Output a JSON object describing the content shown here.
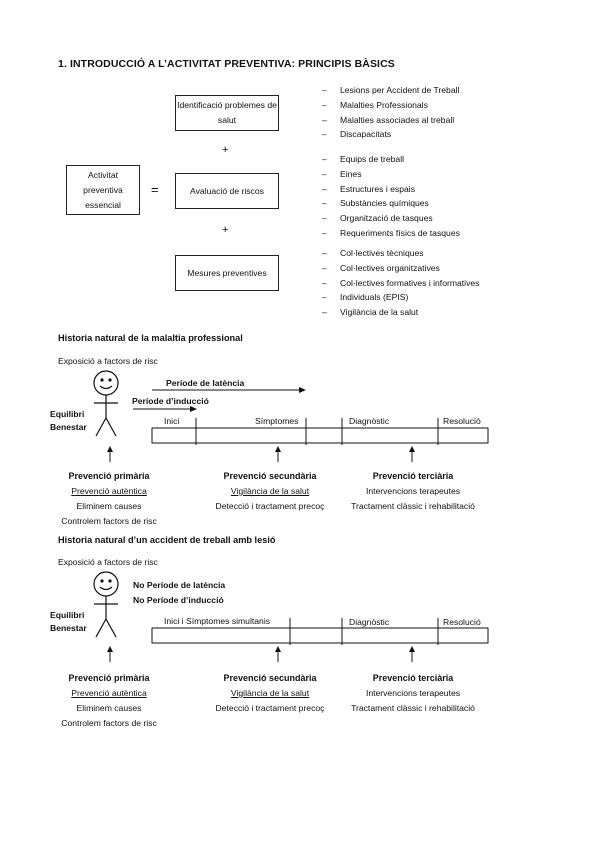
{
  "title": "1. INTRODUCCIÓ A L’ACTIVITAT PREVENTIVA: PRINCIPIS BÀSICS",
  "top": {
    "left_box": "Activitat preventiva essencial",
    "equals": "=",
    "plus": "+",
    "boxes": [
      {
        "label": "Identificació problemes de salut"
      },
      {
        "label": "Avaluació de riscos"
      },
      {
        "label": "Mesures preventives"
      }
    ],
    "lists": [
      [
        "Lesions per Accident de Treball",
        "Malalties Professionals",
        "Malalties associades al treball",
        "Discapacitats"
      ],
      [
        "Equips de treball",
        "Eines",
        "Estructures i espais",
        "Substàncies químiques",
        "Organització de tasques",
        "Requeriments físics de tasques"
      ],
      [
        "Col·lectives tècniques",
        "Col·lectives organitzatives",
        "Col·lectives formatives i informatives",
        "Individuals (EPIS)",
        "Vigilància de la salut"
      ]
    ]
  },
  "section1": {
    "title": "Historia natural de la malaltia professional",
    "exposure": "Exposició a factors de risc",
    "person": "Equilibri\nBenestar",
    "latency": "Període de latència",
    "induction": "Període d’inducció",
    "stages": [
      "Inici",
      "Símptomes",
      "Diagnòstic",
      "Resolució"
    ],
    "prevention": [
      {
        "title": "Prevenció primària",
        "sub": "Prevenció autèntica",
        "lines": [
          "Eliminem causes",
          "Controlem factors de risc"
        ]
      },
      {
        "title": "Prevenció secundària",
        "sub": "Vigilància de la salut",
        "lines": [
          "Detecció i tractament precoç"
        ]
      },
      {
        "title": "Prevenció terciària",
        "sub": "",
        "lines": [
          "Intervencions terapeutes",
          "Tractament clàssic i rehabilitació"
        ]
      }
    ]
  },
  "section2": {
    "title": "Historia natural d’un accident de treball amb lesió",
    "exposure": "Exposició a factors de risc",
    "person": "Equilibri\nBenestar",
    "no_latency": "No Període de latència",
    "no_induction": "No Període d’inducció",
    "stages": [
      "Inici i Símptomes simultanis",
      "Diagnòstic",
      "Resolució"
    ],
    "prevention": [
      {
        "title": "Prevenció primària",
        "sub": "Prevenció autèntica",
        "lines": [
          "Eliminem causes",
          "Controlem factors de risc"
        ]
      },
      {
        "title": "Prevenció secundària",
        "sub": "Vigilància de la salut",
        "lines": [
          "Detecció i tractament precoç"
        ]
      },
      {
        "title": "Prevenció terciària",
        "sub": "",
        "lines": [
          "Intervencions terapeutes",
          "Tractament clàssic i rehabilitació"
        ]
      }
    ]
  }
}
